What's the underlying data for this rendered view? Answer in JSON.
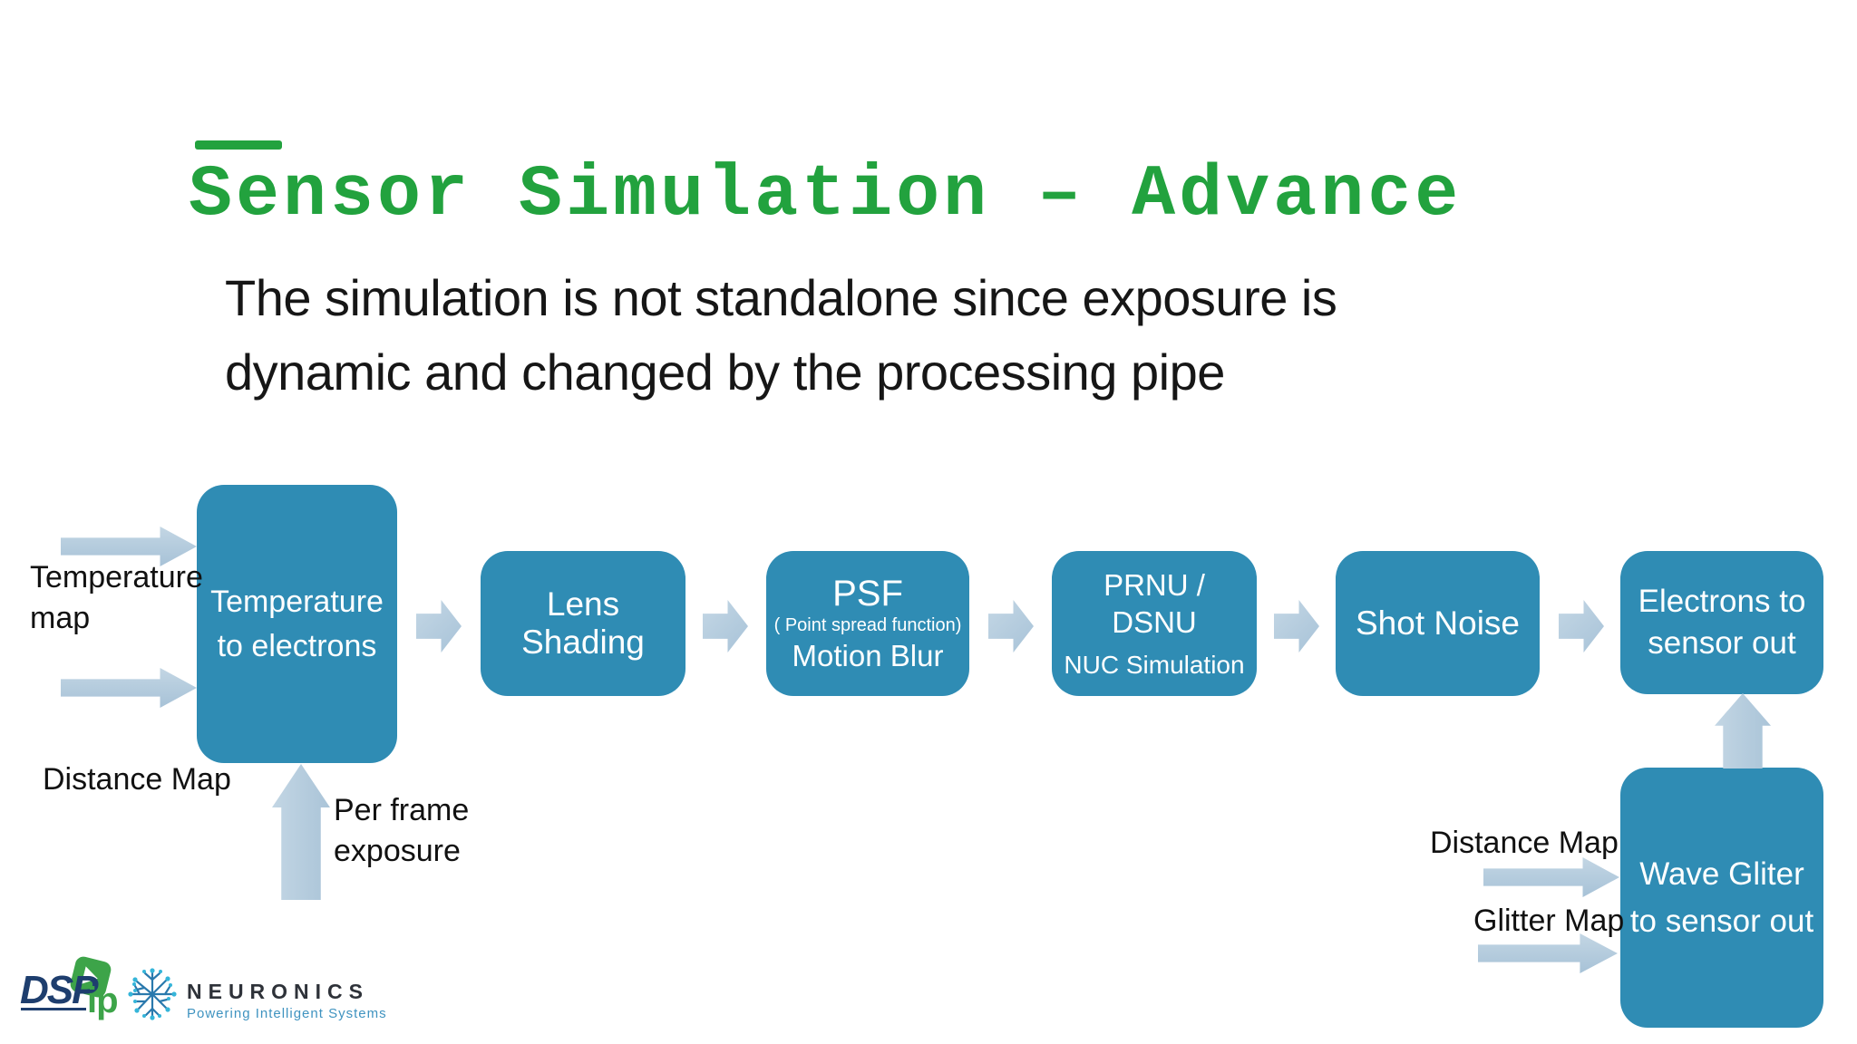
{
  "title": {
    "text": "Sensor Simulation – Advance"
  },
  "subtitle": {
    "line1": "The simulation is not standalone since exposure is",
    "line2": "dynamic and changed by the processing pipe"
  },
  "diagram": {
    "temp_box": {
      "label": "Temperature to electrons"
    },
    "lens_box": {
      "label": "Lens Shading"
    },
    "psf_box": {
      "title": "PSF",
      "sub": "( Point spread function)",
      "line3": "Motion Blur"
    },
    "prnu_box": {
      "line1": "PRNU /",
      "line2": "DSNU",
      "sub": "NUC Simulation"
    },
    "shot_box": {
      "label": "Shot Noise"
    },
    "electrons_box": {
      "label": "Electrons to sensor out"
    },
    "wave_box": {
      "label": "Wave Gliter to sensor out"
    },
    "labels": {
      "temperature_map": "Temperature map",
      "distance_map_left": "Distance Map",
      "per_frame_exposure": "Per frame exposure",
      "distance_map_right": "Distance Map",
      "glitter_map": "Glitter Map"
    },
    "icons": {
      "flow_arrow": "right-block-arrow",
      "input_arrow": "right-input-arrow",
      "up_arrow": "up-block-arrow"
    }
  },
  "colors": {
    "accent_green": "#22A23E",
    "box_teal": "#2F8CB4",
    "arrow_blue": "#B7CDDE",
    "dsp_navy": "#1E3E6E",
    "dsp_green": "#3DA449",
    "neuronics_dark": "#2E3239",
    "neuronics_blue": "#3F93C0"
  },
  "footer": {
    "dspip": {
      "name": "DSP",
      "suffix": "ip"
    },
    "neuronics": {
      "name": "NEURONICS",
      "tagline": "Powering Intelligent Systems"
    }
  }
}
